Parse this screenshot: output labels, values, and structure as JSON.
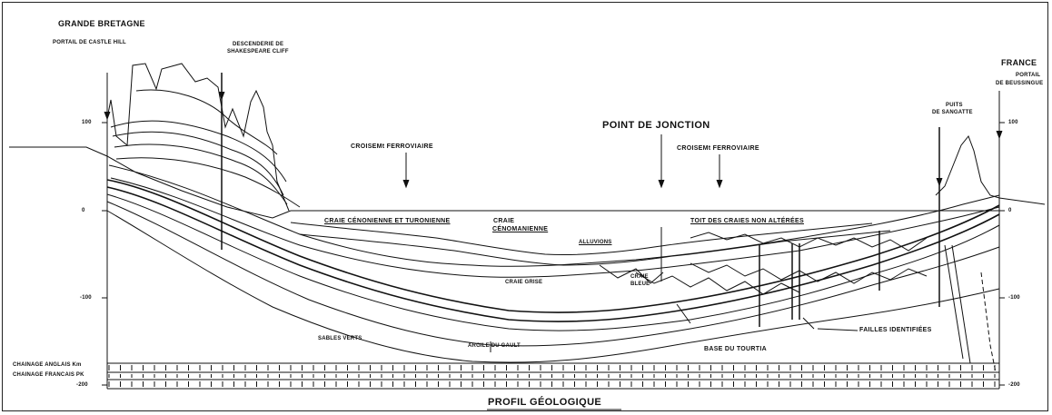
{
  "header": {
    "left_country": "GRANDE BRETAGNE",
    "left_portal": "PORTAIL DE CASTLE HILL",
    "shaft_line1": "DESCENDERIE DE",
    "shaft_line2": "SHAKESPEARE CLIFF",
    "right_country": "FRANCE",
    "right_portal_line1": "PORTAIL",
    "right_portal_line2": "DE BEUSSINGUE",
    "sangatte_line1": "PUITS",
    "sangatte_line2": "DE SANGATTE"
  },
  "markers": {
    "crossover_left": "CROISEMt FERROVIAIRE",
    "crossover_right": "CROISEMt FERROVIAIRE",
    "junction": "POINT DE JONCTION"
  },
  "strata": {
    "craie_ceno_turo": "CRAIE CÉNONIENNE ET TURONIENNE",
    "craie_ceno_1": "CRAIE",
    "craie_ceno_2": "CÉNOMANIENNE",
    "alluvions": "ALLUVIONS",
    "craie_grise": "CRAIE GRISE",
    "craie_bleue_1": "CRAIE",
    "craie_bleue_2": "BLEUE",
    "toit_craies": "TOIT DES CRAIES NON ALTÉRÉES",
    "sables_verts": "SABLES VERTS",
    "argile_gault": "ARGILE DU GAULT",
    "base_tourtia": "BASE DU TOURTIA",
    "failles": "FAILLES IDENTIFIÉES"
  },
  "scale": {
    "left_top": "100",
    "left_zero": "0",
    "left_neg": "-100",
    "left_bottom": "-200",
    "right_top": "100",
    "right_zero": "0",
    "right_neg": "-100",
    "right_bottom": "-200"
  },
  "chainage": {
    "anglais": "CHAINAGE ANGLAIS Km",
    "francais": "CHAINAGE FRANCAIS PK"
  },
  "footer": {
    "title": "PROFIL GÉOLOGIQUE"
  }
}
